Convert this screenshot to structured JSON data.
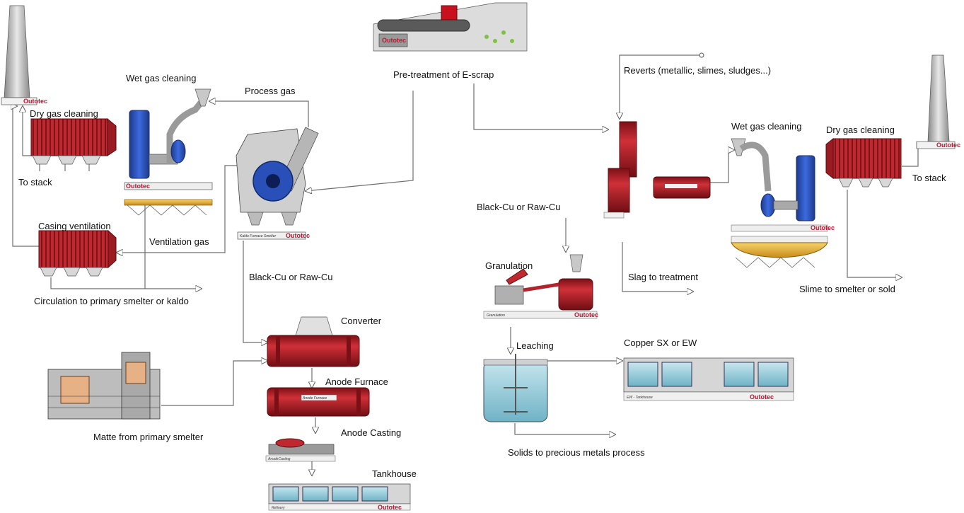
{
  "labels": {
    "wet_gas_cleaning_left": "Wet gas  cleaning",
    "process_gas": "Process gas",
    "pretreatment": "Pre-treatment of E-scrap",
    "reverts": "Reverts (metallic, slimes, sludges...)",
    "dry_gas_cleaning_left": "Dry  gas cleaning",
    "to_stack_left": "To  stack",
    "casing_ventilation": "Casing ventilation",
    "ventilation_gas": "Ventilation gas",
    "circulation": "Circulation to primary smelter or kaldo",
    "black_cu_left": "Black-Cu  or Raw-Cu",
    "converter": "Converter",
    "anode_furnace": "Anode Furnace",
    "anode_casting": "Anode Casting",
    "tankhouse": "Tankhouse",
    "matte": "Matte from primary smelter",
    "wet_gas_cleaning_right": "Wet gas cleaning",
    "dry_gas_cleaning_right": "Dry gas cleaning",
    "to_stack_right": "To stack",
    "black_cu_right": "Black-Cu or Raw-Cu",
    "granulation": "Granulation",
    "slag_to_treatment": "Slag to treatment",
    "slime_to_smelter": "Slime to smelter or sold",
    "leaching": "Leaching",
    "copper_sx_ew": "Copper SX or EW",
    "solids": "Solids to precious metals process"
  },
  "equipment_tags": {
    "brand": "Outotec",
    "kaldo": "Kaldo Furnace Smelter",
    "granulation": "Granulation",
    "anode_furnace": "Anode Furnace",
    "anode_casting": "AnodeCasting",
    "refinery": "Refinery",
    "ew_tankhouse": "EW - Tankhouse"
  },
  "colors": {
    "furnace_red": "#b3232c",
    "furnace_blue": "#2850b8",
    "tank_teal": "#8cc8d6",
    "thickener_gold": "#e3a62b",
    "steel_grey": "#b5b5b5",
    "flow_line": "#6e6e6e"
  }
}
